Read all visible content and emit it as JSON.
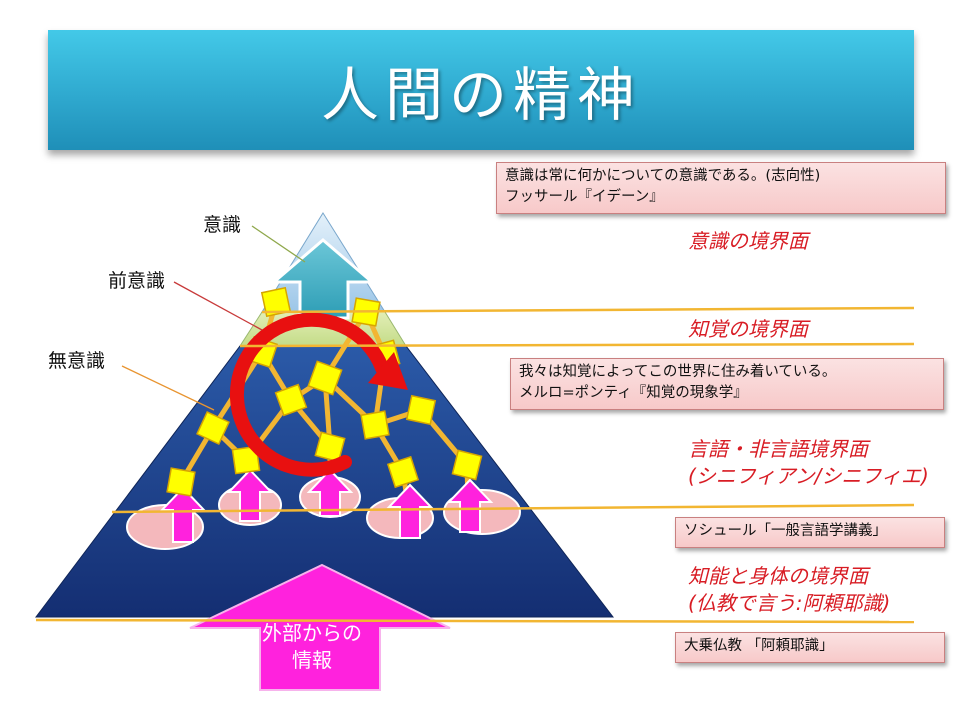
{
  "title": "人間の精神",
  "pyramid": {
    "levels": [
      {
        "label": "意識"
      },
      {
        "label": "前意識"
      },
      {
        "label": "無意識"
      }
    ],
    "input_arrow_label": [
      "外部からの",
      "情報"
    ]
  },
  "boundaries": {
    "consciousness": [
      "意識の境界面"
    ],
    "perception": [
      "知覚の境界面"
    ],
    "language": [
      "言語・非言語境界面",
      "(シニフィアン/シニフィエ)"
    ],
    "intellect_body": [
      "知能と身体の境界面",
      "(仏教で言う:阿頼耶識)"
    ]
  },
  "notes": {
    "husserl": [
      "意識は常に何かについての意識である。(志向性)",
      "フッサール『イデーン』"
    ],
    "merleau_ponty": [
      "我々は知覚によってこの世界に住み着いている。",
      "メルロ=ポンティ『知覚の現象学』"
    ],
    "saussure": [
      "ソシュール「一般言語学講義」"
    ],
    "buddhism": [
      "大乗仏教 「阿頼耶識」"
    ]
  },
  "colors": {
    "title_banner": "#2fa9cf",
    "pyramid_top": "#b8d8f0",
    "pyramid_middle": "#d4e6a0",
    "pyramid_bottom": "#1e3f8c",
    "boundary_line": "#f2b632",
    "boundary_text": "#d81c24",
    "note_box": "#f7c9c9",
    "node": "#ffff00",
    "arrow": "#ff22dd",
    "cycle_arrow": "#e81010",
    "oval": "#f4b8bc"
  }
}
